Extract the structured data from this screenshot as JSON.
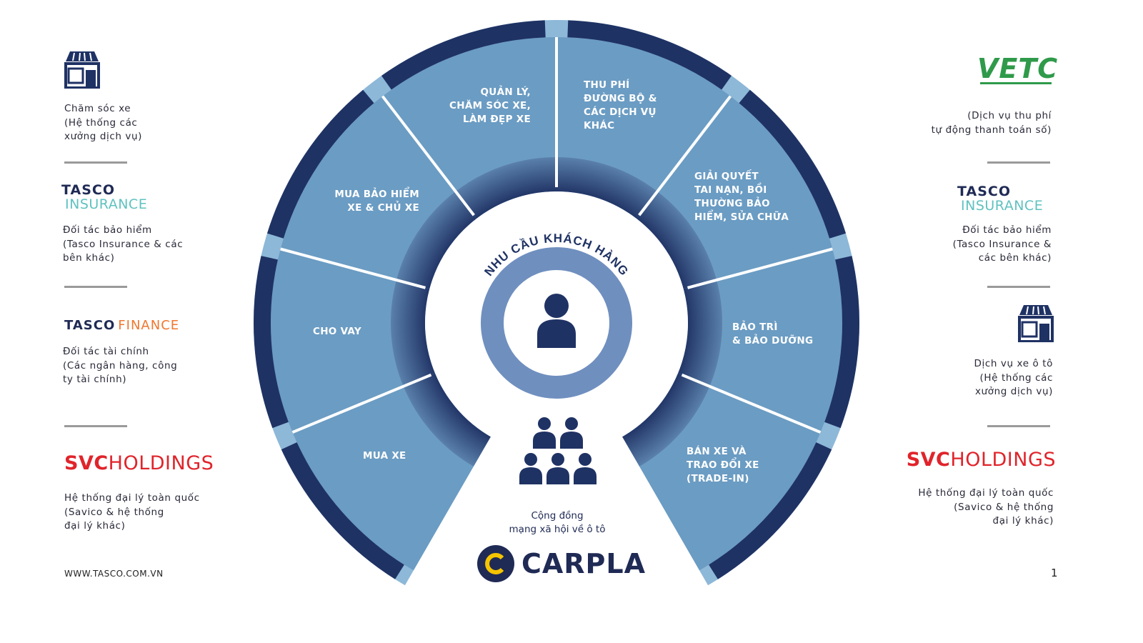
{
  "center": {
    "title": "NHU CẦU KHÁCH HÀNG",
    "community": "Cộng đồng\nmạng xã hội về ô tô",
    "brand": "CARPLA"
  },
  "segments": [
    {
      "label": "CHO VAY"
    },
    {
      "label": "MUA BẢO HIỂM\nXE & CHỦ XE"
    },
    {
      "label": "QUẢN LÝ,\nCHĂM SÓC XE,\nLÀM ĐẸP XE"
    },
    {
      "label": "THU PHÍ\nĐƯỜNG BỘ &\nCÁC DỊCH VỤ\nKHÁC"
    },
    {
      "label": "GIẢI QUYẾT\nTAI NẠN, BỒI\nTHƯỜNG BẢO\nHIỂM, SỬA CHỮA"
    },
    {
      "label": "BẢO TRÌ\n& BẢO DƯỠNG"
    },
    {
      "label": "BÁN XE VÀ\nTRAO ĐỔI XE\n(TRADE-IN)"
    },
    {
      "label": "MUA XE"
    }
  ],
  "left": [
    {
      "desc": "Chăm sóc xe\n(Hệ thống các\nxưởng dịch vụ)"
    },
    {
      "logo_a": "TASCO",
      "logo_b": "INSURANCE",
      "desc": "Đối tác bảo hiểm\n(Tasco Insurance & các\nbên khác)"
    },
    {
      "logo_a": "TASCO",
      "logo_b": "FINANCE",
      "desc": "Đối tác tài chính\n(Các ngân hàng, công\nty tài chính)"
    },
    {
      "logo_a": "SVC",
      "logo_b": "HOLDINGS",
      "desc": "Hệ thống đại lý toàn quốc\n(Savico & hệ thống\nđại lý khác)"
    }
  ],
  "right": [
    {
      "logo": "VETC",
      "desc": "(Dịch vụ thu phí\ntự động thanh toán số)"
    },
    {
      "logo_a": "TASCO",
      "logo_b": "INSURANCE",
      "desc": "Đối tác bảo hiểm\n(Tasco Insurance &\ncác bên khác)"
    },
    {
      "desc": "Dịch vụ xe ô tô\n(Hệ thống các\nxưởng dịch vụ)"
    },
    {
      "logo_a": "SVC",
      "logo_b": "HOLDINGS",
      "desc": "Hệ thống đại lý toàn quốc\n(Savico & hệ thống\nđại lý khác)"
    }
  ],
  "footer": {
    "website": "WWW.TASCO.COM.VN",
    "page": "1"
  },
  "colors": {
    "segment": "#6b9cc3",
    "dark": "#1f3264",
    "gap": "#8db8d8",
    "ring": "#6f8fbf"
  }
}
